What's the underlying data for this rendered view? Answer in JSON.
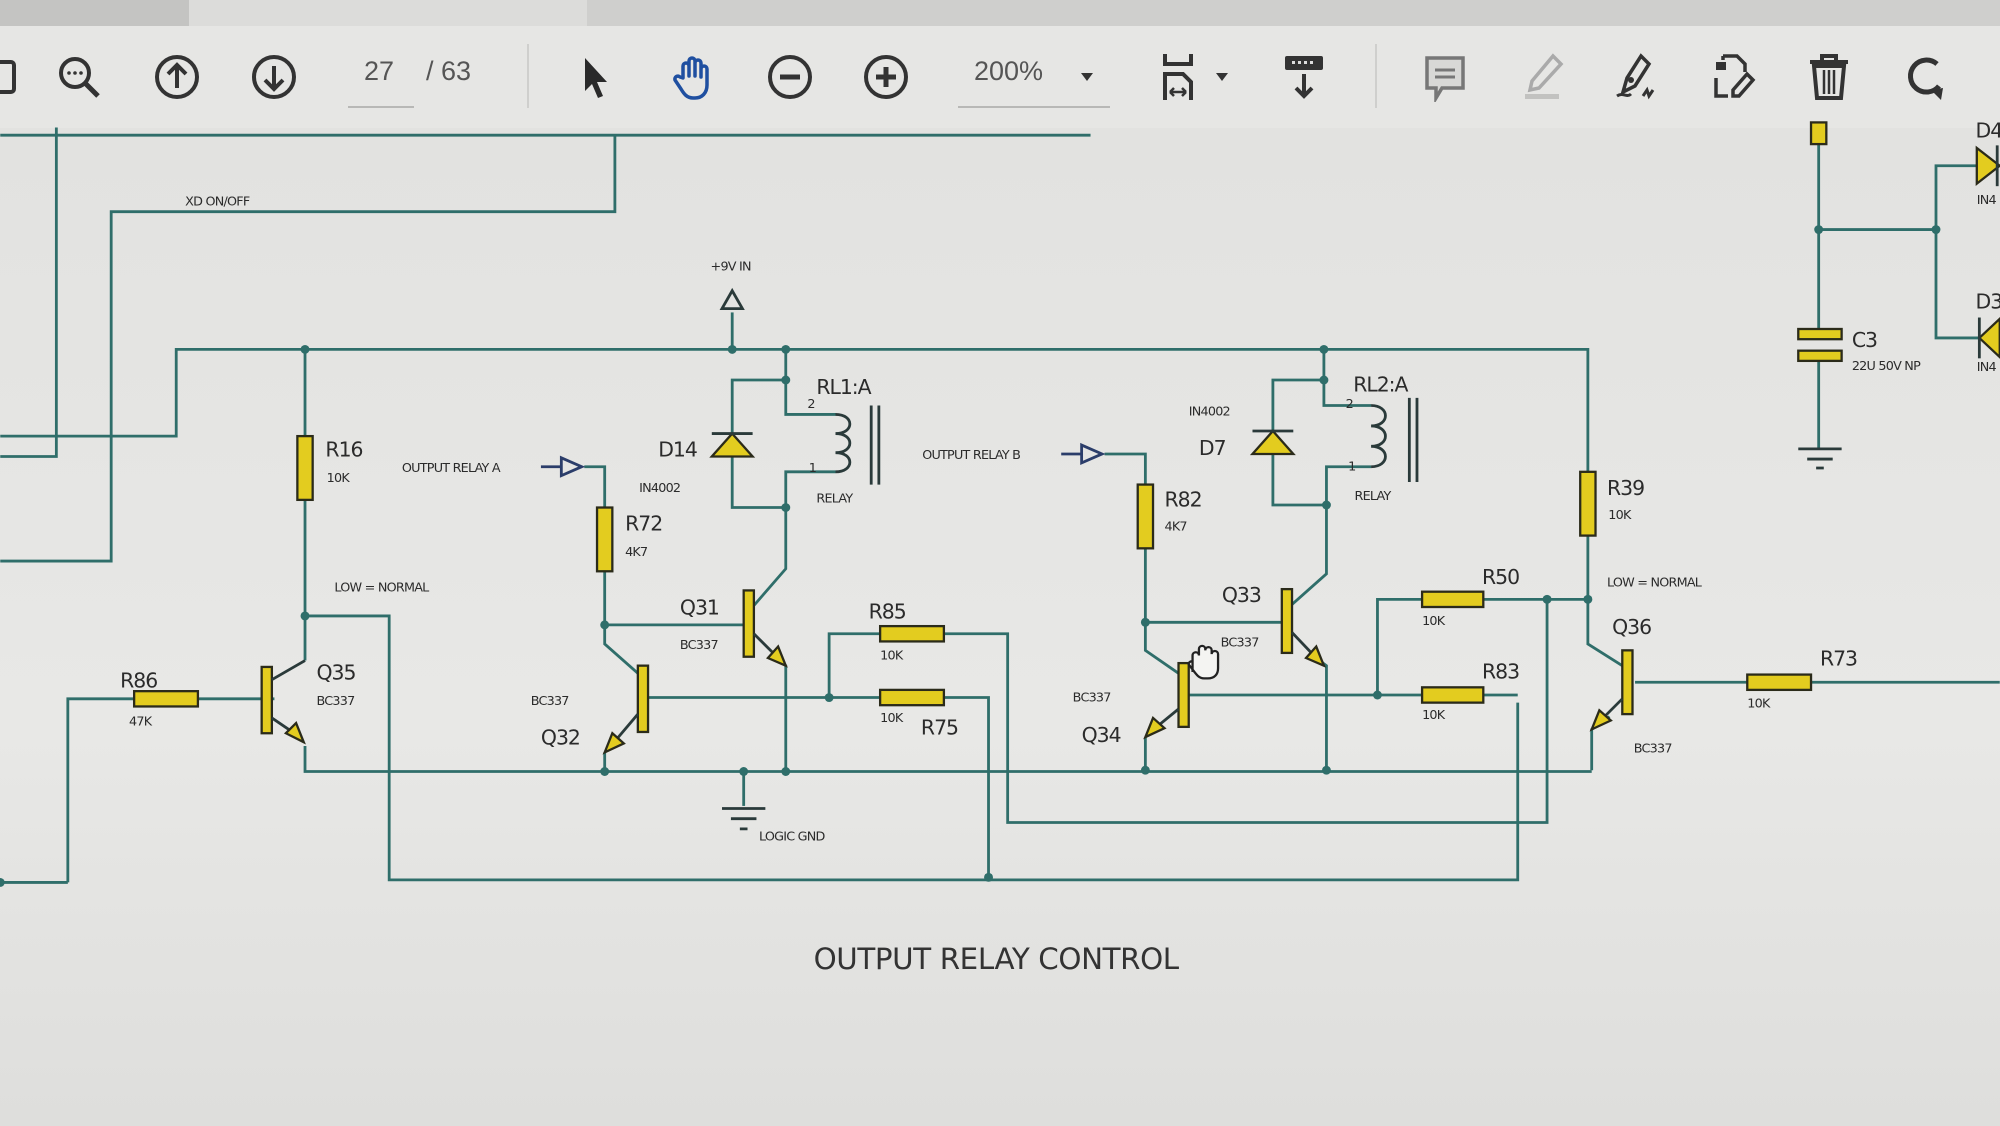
{
  "toolbar": {
    "page_current": "27",
    "page_total": "/ 63",
    "zoom": "200%",
    "icons": [
      "sidebar-icon",
      "zoom-search-icon",
      "page-up-icon",
      "page-down-icon",
      "select-arrow-icon",
      "hand-tool-icon",
      "zoom-out-icon",
      "zoom-in-icon",
      "zoom-dropdown-icon",
      "fit-width-icon",
      "fit-dropdown-icon",
      "download-icon",
      "comment-icon",
      "highlight-icon",
      "sign-icon",
      "edit-pdf-icon",
      "delete-icon",
      "rotate-icon"
    ],
    "active_tool": "hand-tool",
    "accent_color": "#1f4fa0"
  },
  "schematic": {
    "caption": "OUTPUT RELAY CONTROL",
    "nets": {
      "xd": "XD ON/OFF",
      "vin": "+9V IN",
      "gnd": "LOGIC GND",
      "in_a": "OUTPUT RELAY A",
      "in_b": "OUTPUT RELAY B",
      "note_left": "LOW = NORMAL",
      "note_right": "LOW = NORMAL"
    },
    "relays": [
      {
        "ref": "RL1:A",
        "pin2": "2",
        "pin1": "1",
        "type": "RELAY"
      },
      {
        "ref": "RL2:A",
        "pin2": "2",
        "pin1": "1",
        "type": "RELAY"
      }
    ],
    "diodes": [
      {
        "ref": "D14",
        "value": "IN4002"
      },
      {
        "ref": "D7",
        "value": "IN4002"
      },
      {
        "ref": "D4",
        "value": "IN4"
      },
      {
        "ref": "D3",
        "value": "IN4"
      }
    ],
    "resistors": [
      {
        "ref": "R16",
        "value": "10K"
      },
      {
        "ref": "R72",
        "value": "4K7"
      },
      {
        "ref": "R85",
        "value": "10K"
      },
      {
        "ref": "R75",
        "value": "10K"
      },
      {
        "ref": "R86",
        "value": "47K"
      },
      {
        "ref": "R82",
        "value": "4K7"
      },
      {
        "ref": "R50",
        "value": "10K"
      },
      {
        "ref": "R83",
        "value": "10K"
      },
      {
        "ref": "R39",
        "value": "10K"
      },
      {
        "ref": "R73",
        "value": "10K"
      }
    ],
    "transistors": [
      {
        "ref": "Q31",
        "value": "BC337"
      },
      {
        "ref": "Q32",
        "value": "BC337"
      },
      {
        "ref": "Q35",
        "value": "BC337"
      },
      {
        "ref": "Q33",
        "value": "BC337"
      },
      {
        "ref": "Q34",
        "value": "BC337"
      },
      {
        "ref": "Q36",
        "value": "BC337"
      }
    ],
    "capacitor": {
      "ref": "C3",
      "value": "22U 50V NP"
    },
    "colors": {
      "wire": "#2f6e6a",
      "component": "#e3cc1f"
    }
  }
}
